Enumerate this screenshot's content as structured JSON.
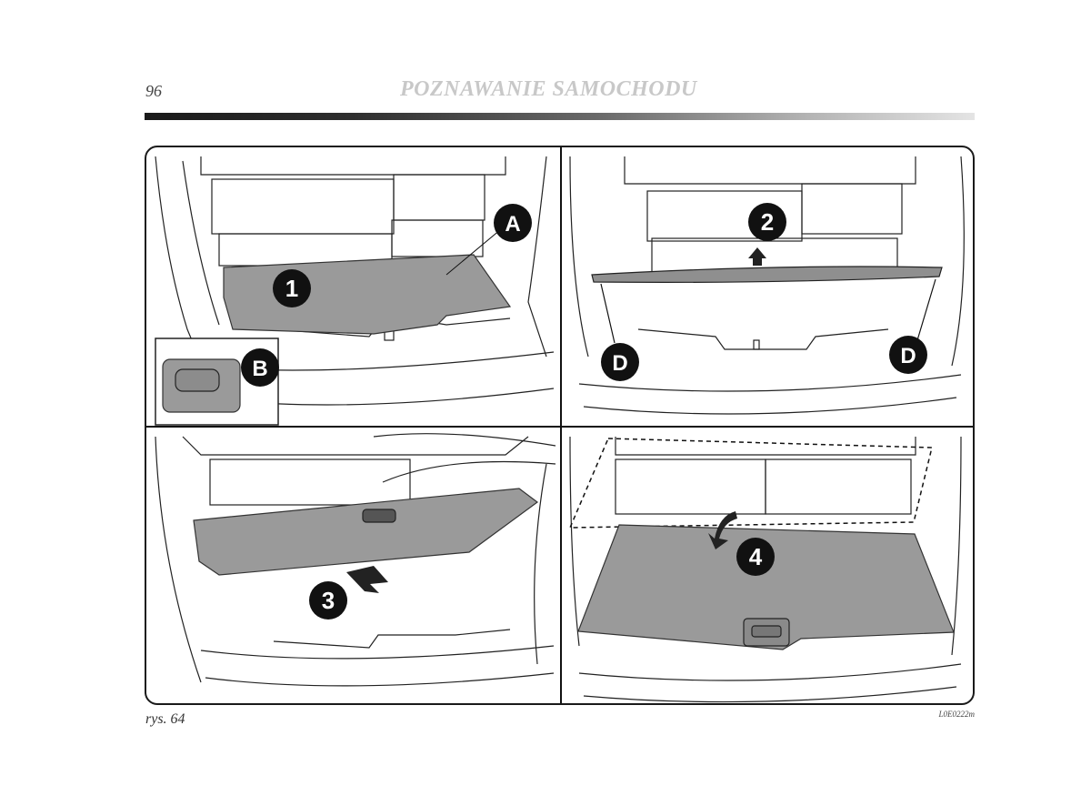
{
  "header": {
    "page_number": "96",
    "section_title": "POZNAWANIE SAMOCHODU"
  },
  "figure": {
    "caption": "rys. 64",
    "code": "L0E0222m",
    "callouts": {
      "step1": "1",
      "step2": "2",
      "step3": "3",
      "step4": "4",
      "label_a": "A",
      "label_b": "B",
      "label_d_left": "D",
      "label_d_right": "D"
    }
  },
  "colors": {
    "rule_dark": "#1a1a1a",
    "rule_light": "#e4e4e4",
    "panel_fill": "#9a9a9a",
    "callout_fill": "#111111",
    "title_gray": "#c8c8c8"
  }
}
